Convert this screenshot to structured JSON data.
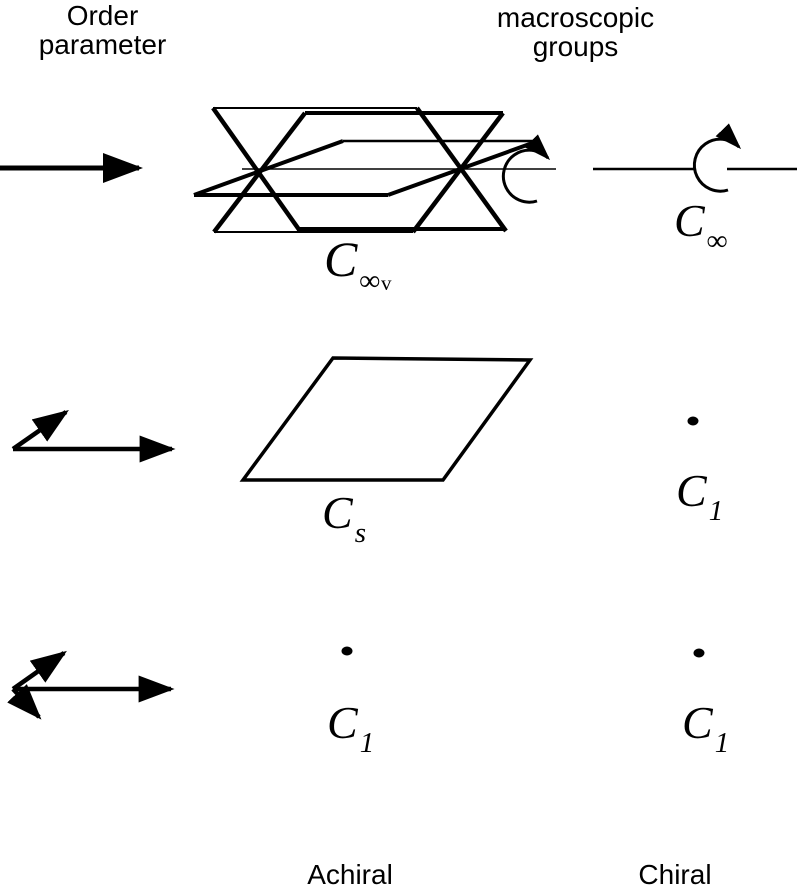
{
  "titles": {
    "order_parameter": {
      "line1": "Order",
      "line2": "parameter"
    },
    "macroscopic_groups": {
      "line1": "macroscopic",
      "line2": "groups"
    }
  },
  "rows": [
    {
      "achiral": {
        "main": "C",
        "sub": "∞",
        "sub_small": "v"
      },
      "chiral": {
        "main": "C",
        "sub": "∞",
        "sub_small": ""
      }
    },
    {
      "achiral": {
        "main": "C",
        "sub": "s",
        "sub_small": ""
      },
      "chiral": {
        "main": "C",
        "sub": "1",
        "sub_small": ""
      }
    },
    {
      "achiral": {
        "main": "C",
        "sub": "1",
        "sub_small": ""
      },
      "chiral": {
        "main": "C",
        "sub": "1",
        "sub_small": ""
      }
    }
  ],
  "footer": {
    "achiral": "Achiral",
    "chiral": "Chiral"
  },
  "icons": {
    "rotation_arrow": "circular-arc-with-arrowhead",
    "vector": "straight-black-arrow",
    "point": "filled-dot"
  },
  "colors": {
    "ink": "#000000",
    "background": "#ffffff"
  }
}
